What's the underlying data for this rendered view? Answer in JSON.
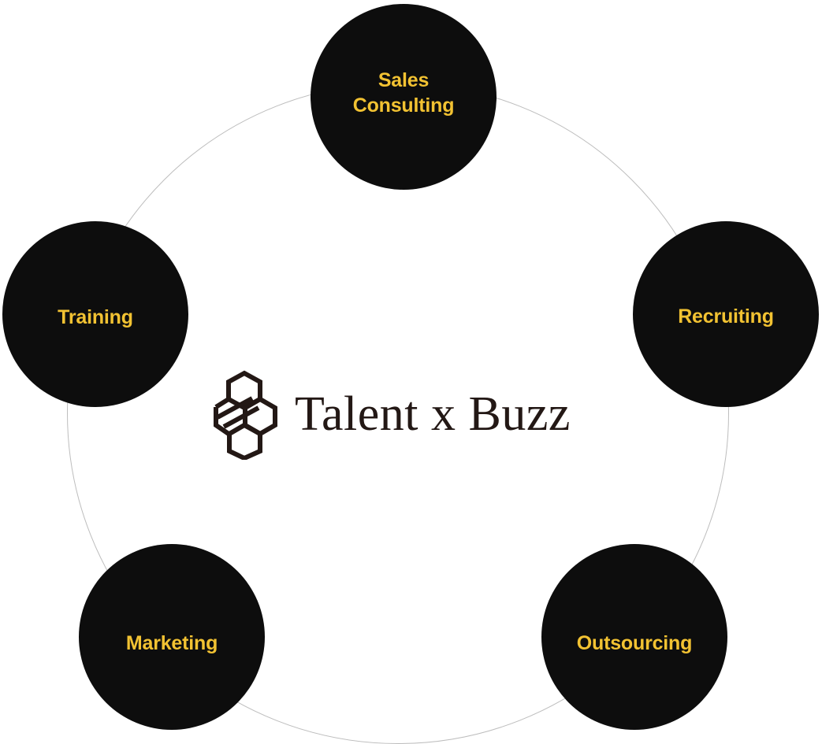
{
  "diagram": {
    "center": {
      "brand_name": "Talent x Buzz",
      "logo_icon": "hexagon-cluster-icon"
    },
    "nodes": [
      {
        "id": "sales-consulting",
        "label": "Sales\nConsulting"
      },
      {
        "id": "recruiting",
        "label": "Recruiting"
      },
      {
        "id": "training",
        "label": "Training"
      },
      {
        "id": "marketing",
        "label": "Marketing"
      },
      {
        "id": "outsourcing",
        "label": "Outsourcing"
      }
    ]
  },
  "colors": {
    "node_fill": "#0d0d0d",
    "node_text": "#f2c232",
    "orbit_line": "#bdbdbd",
    "brand_text": "#231815"
  }
}
